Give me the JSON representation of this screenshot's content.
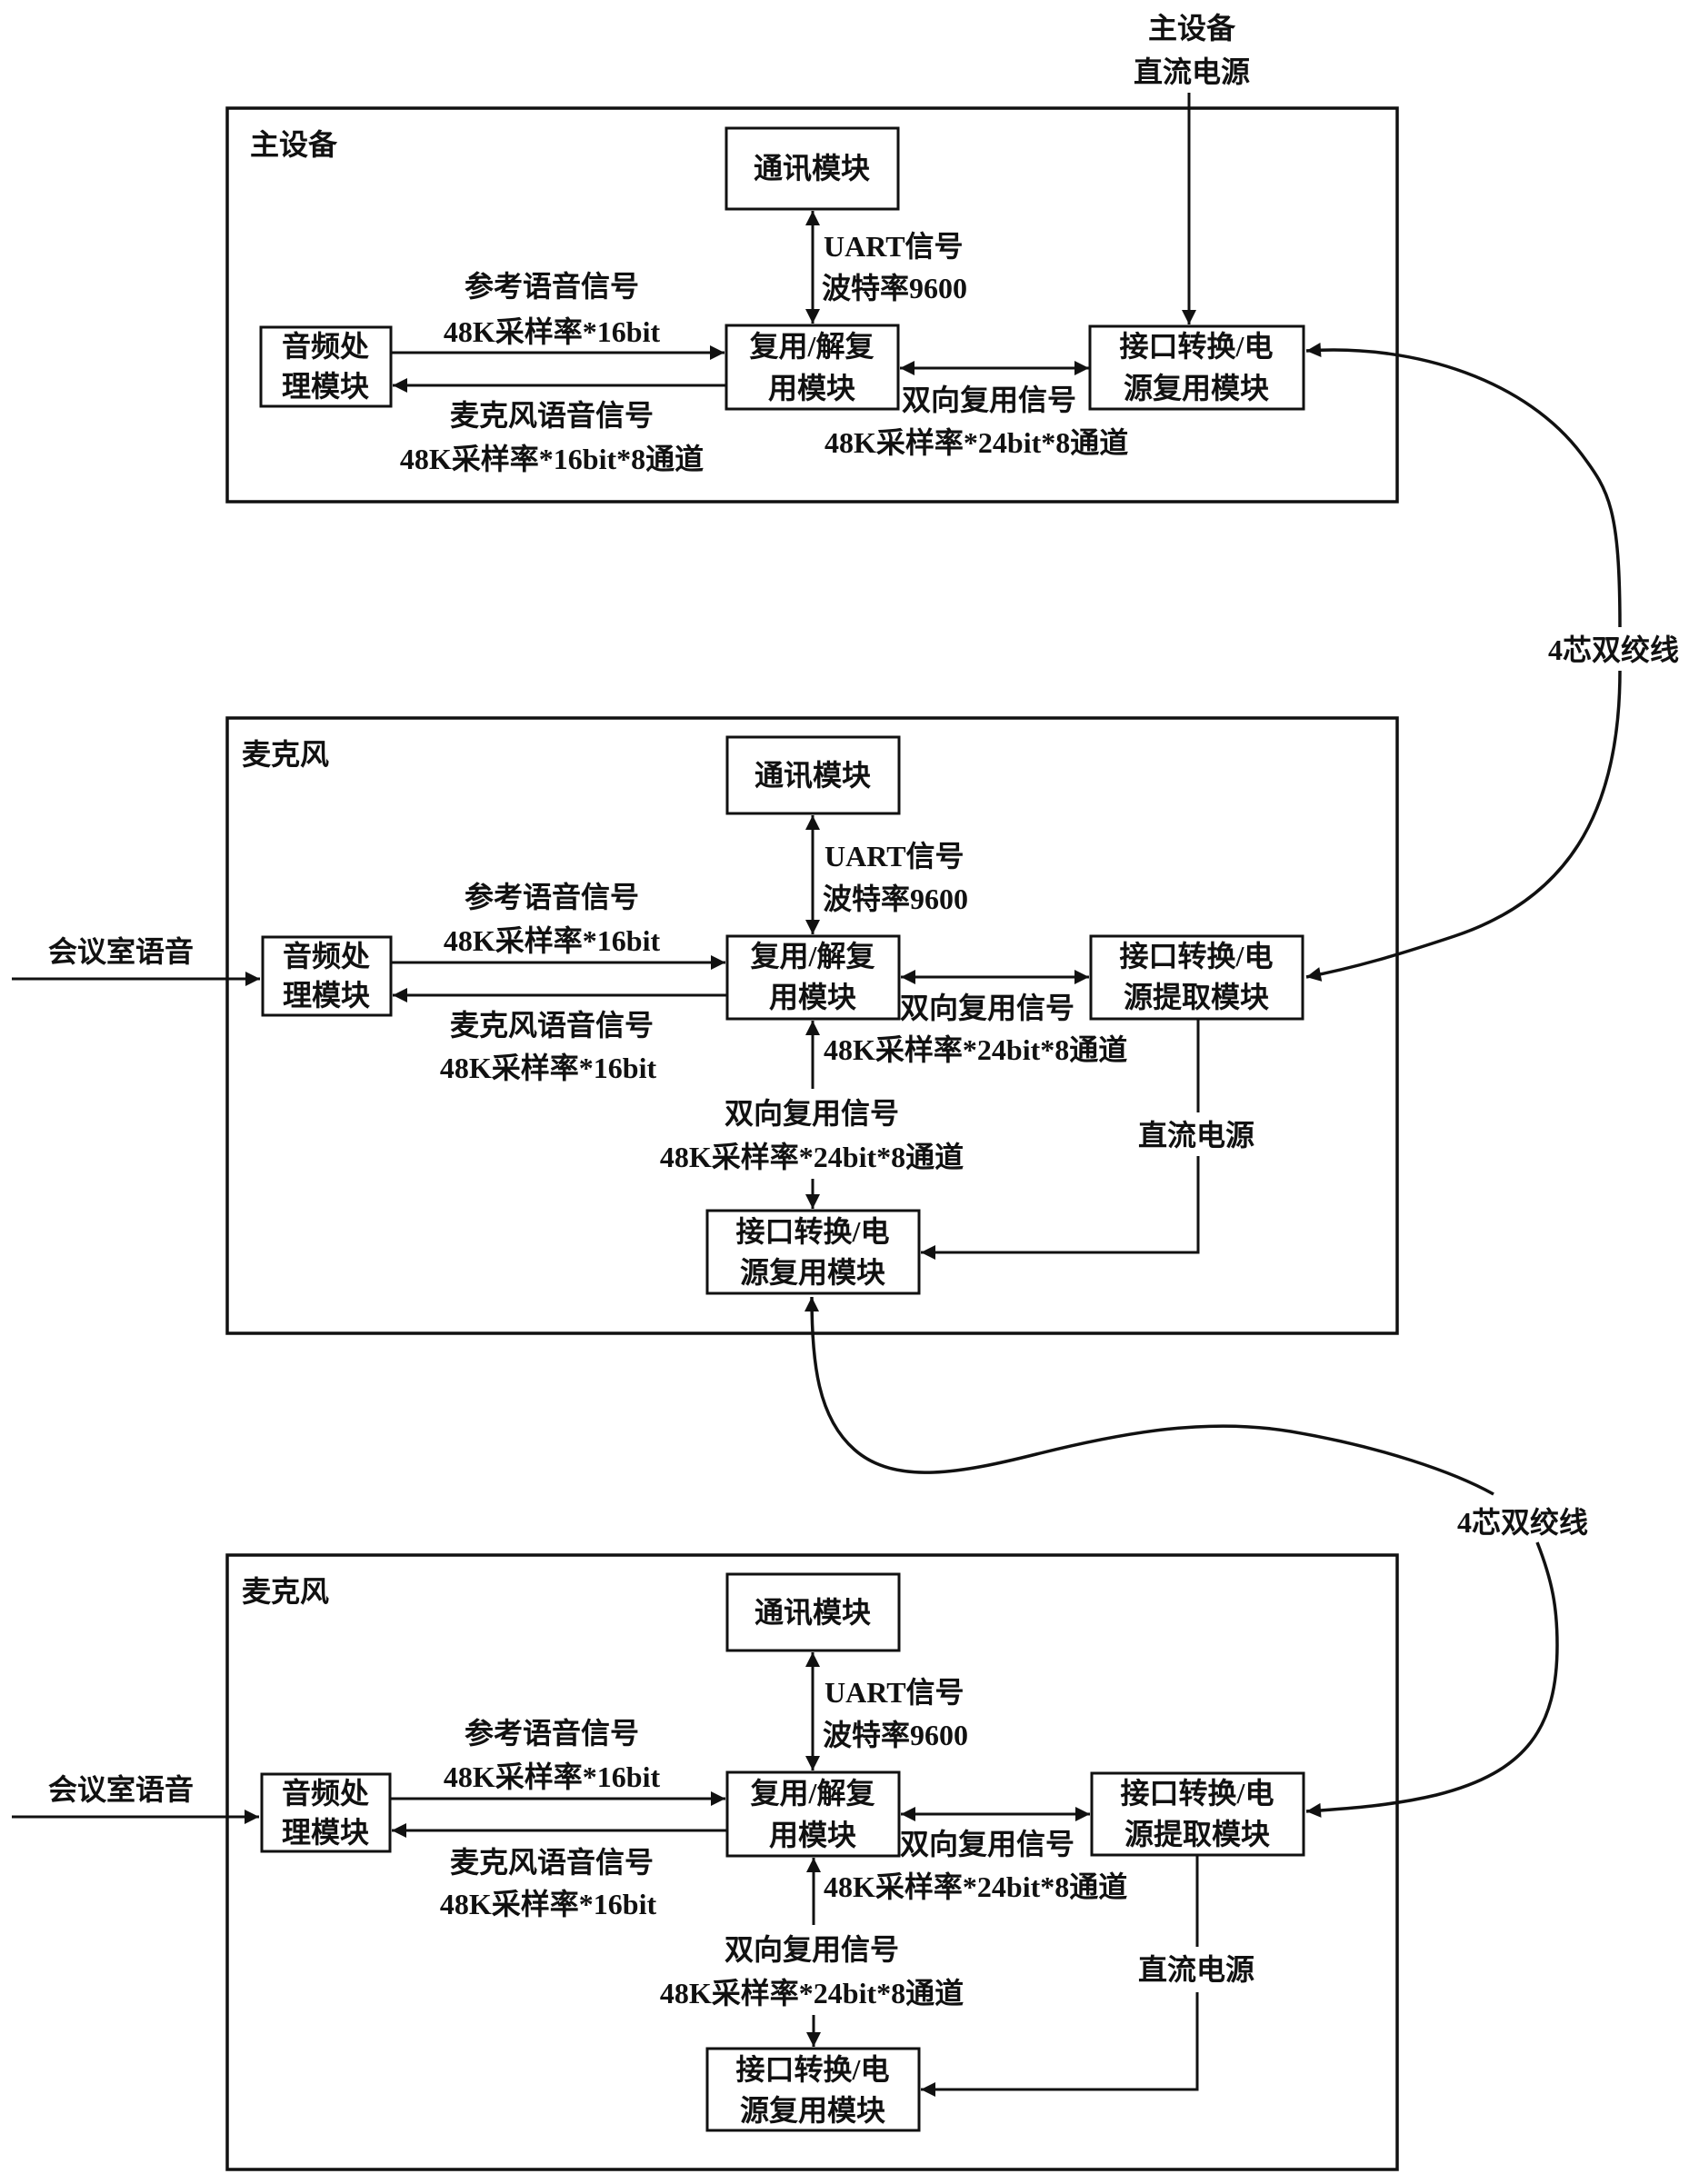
{
  "external": {
    "host_power_label_line1": "主设备",
    "host_power_label_line2": "直流电源",
    "cable_label_1": "4芯双绞线",
    "cable_label_2": "4芯双绞线"
  },
  "host": {
    "title": "主设备",
    "comm_module": "通讯模块",
    "uart_line1": "UART信号",
    "uart_line2": "波特率9600",
    "audio_module_line1": "音频处",
    "audio_module_line2": "理模块",
    "ref_signal_line1": "参考语音信号",
    "ref_signal_line2": "48K采样率*16bit",
    "mic_signal_line1": "麦克风语音信号",
    "mic_signal_line2": "48K采样率*16bit*8通道",
    "mux_module_line1": "复用/解复",
    "mux_module_line2": "用模块",
    "bidir_line1": "双向复用信号",
    "bidir_line2": "48K采样率*24bit*8通道",
    "iface_module_line1": "接口转换/电",
    "iface_module_line2": "源复用模块"
  },
  "mics": [
    {
      "title": "麦克风",
      "room_voice": "会议室语音",
      "comm_module": "通讯模块",
      "uart_line1": "UART信号",
      "uart_line2": "波特率9600",
      "audio_module_line1": "音频处",
      "audio_module_line2": "理模块",
      "ref_signal_line1": "参考语音信号",
      "ref_signal_line2": "48K采样率*16bit",
      "mic_signal_line1": "麦克风语音信号",
      "mic_signal_line2": "48K采样率*16bit",
      "mux_module_line1": "复用/解复",
      "mux_module_line2": "用模块",
      "bidir_right_line1": "双向复用信号",
      "bidir_right_line2": "48K采样率*24bit*8通道",
      "extract_module_line1": "接口转换/电",
      "extract_module_line2": "源提取模块",
      "bidir_down_line1": "双向复用信号",
      "bidir_down_line2": "48K采样率*24bit*8通道",
      "dc_power": "直流电源",
      "iface_module_line1": "接口转换/电",
      "iface_module_line2": "源复用模块"
    },
    {
      "title": "麦克风",
      "room_voice": "会议室语音",
      "comm_module": "通讯模块",
      "uart_line1": "UART信号",
      "uart_line2": "波特率9600",
      "audio_module_line1": "音频处",
      "audio_module_line2": "理模块",
      "ref_signal_line1": "参考语音信号",
      "ref_signal_line2": "48K采样率*16bit",
      "mic_signal_line1": "麦克风语音信号",
      "mic_signal_line2": "48K采样率*16bit",
      "mux_module_line1": "复用/解复",
      "mux_module_line2": "用模块",
      "bidir_right_line1": "双向复用信号",
      "bidir_right_line2": "48K采样率*24bit*8通道",
      "extract_module_line1": "接口转换/电",
      "extract_module_line2": "源提取模块",
      "bidir_down_line1": "双向复用信号",
      "bidir_down_line2": "48K采样率*24bit*8通道",
      "dc_power": "直流电源",
      "iface_module_line1": "接口转换/电",
      "iface_module_line2": "源复用模块"
    }
  ]
}
